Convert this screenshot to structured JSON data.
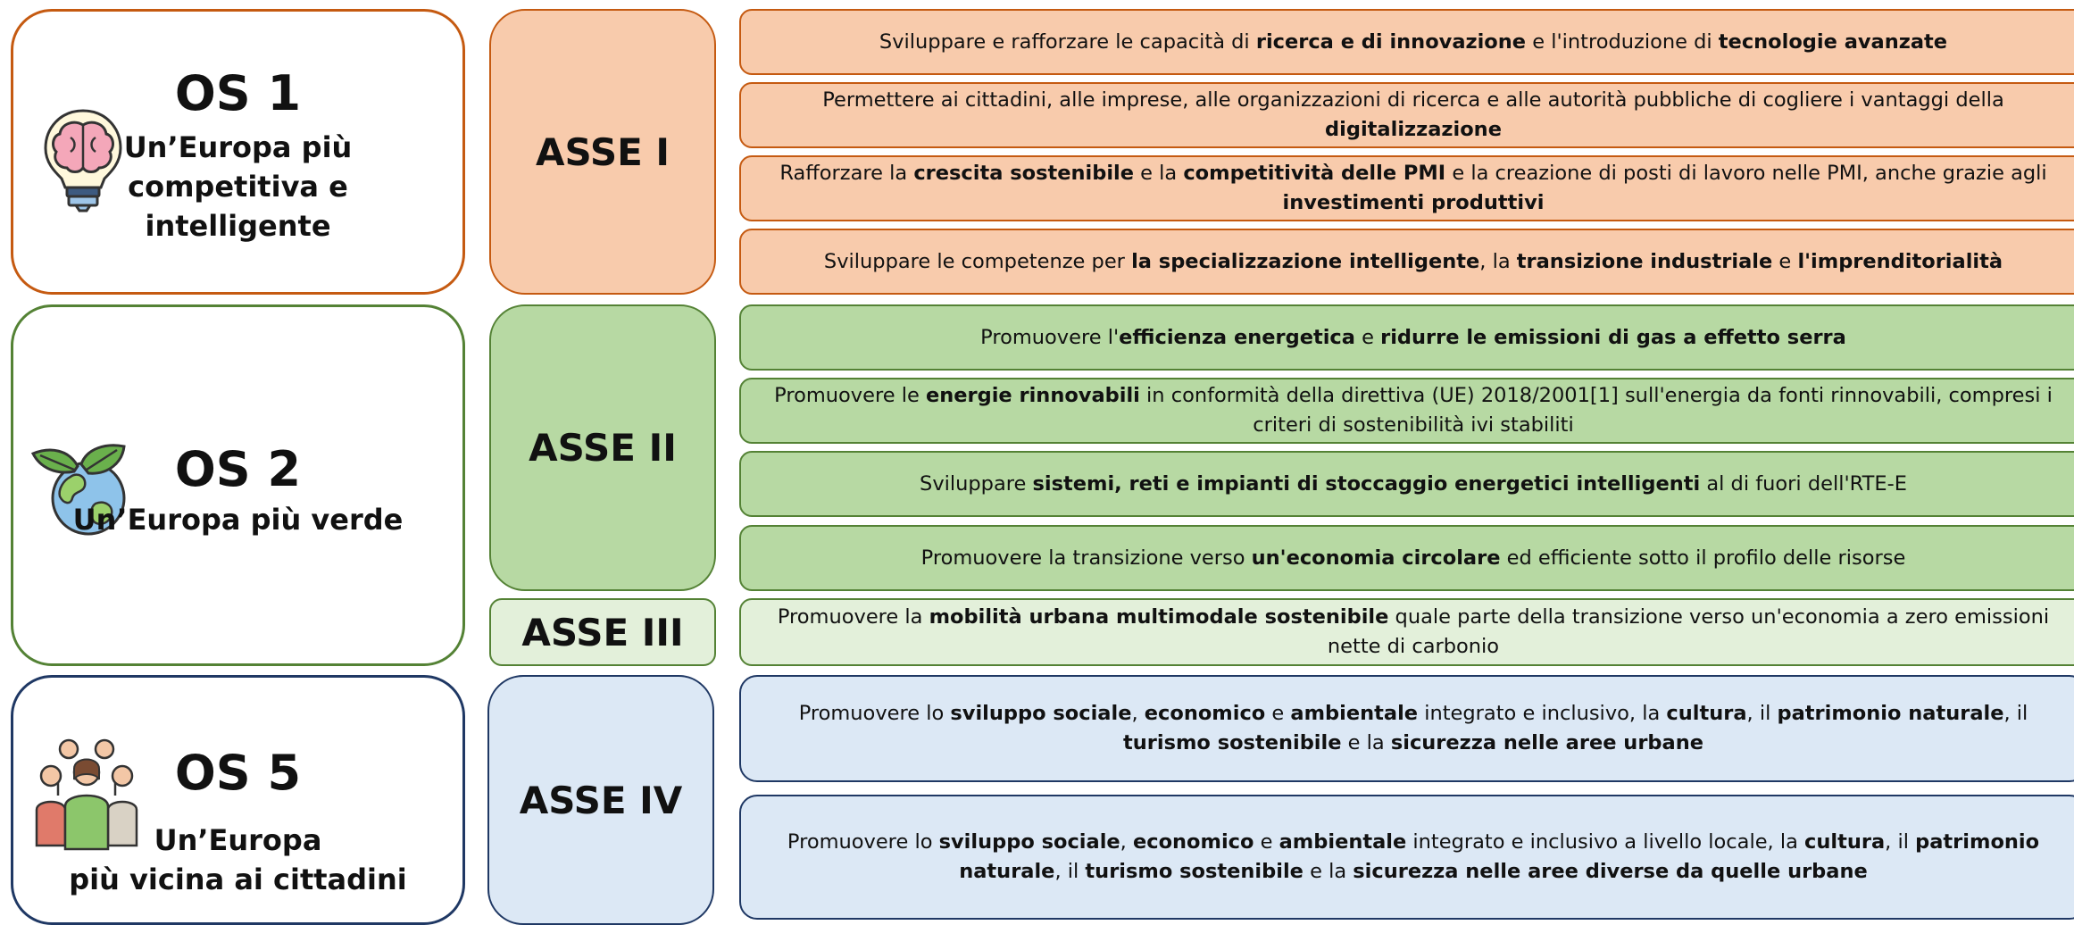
{
  "colors": {
    "orange_border": "#c55a11",
    "orange_fill": "#f8cbac",
    "green_border": "#548235",
    "green_fill": "#b7d9a3",
    "light_green_fill": "#e3f0da",
    "navy_border": "#1f3864",
    "blue_fill": "#dce8f5"
  },
  "os": [
    {
      "number": "OS 1",
      "subtitle": [
        "Un’Europa più",
        "competitiva e",
        "intelligente"
      ],
      "icon": "brain-lightbulb-icon"
    },
    {
      "number": "OS 2",
      "subtitle": [
        "Un’Europa più verde"
      ],
      "icon": "globe-leaves-icon"
    },
    {
      "number": "OS 5",
      "subtitle": [
        "Un’Europa",
        "più vicina ai cittadini"
      ],
      "icon": "people-group-icon"
    }
  ],
  "asse": [
    "ASSE I",
    "ASSE II",
    "ASSE III",
    "ASSE IV"
  ],
  "objectives": [
    [
      {
        "t": "Sviluppare e rafforzare le capacità di "
      },
      {
        "t": "ricerca e di innovazione",
        "b": true
      },
      {
        "t": " e l'introduzione di "
      },
      {
        "t": "tecnologie avanzate",
        "b": true
      }
    ],
    [
      {
        "t": "Permettere ai cittadini, alle imprese, alle organizzazioni di ricerca e alle autorità pubbliche di cogliere i vantaggi della "
      },
      {
        "t": "digitalizzazione",
        "b": true
      }
    ],
    [
      {
        "t": "Rafforzare la "
      },
      {
        "t": "crescita sostenibile",
        "b": true
      },
      {
        "t": " e la "
      },
      {
        "t": "competitività delle PMI",
        "b": true
      },
      {
        "t": " e la creazione di posti di lavoro nelle PMI, anche grazie agli "
      },
      {
        "t": "investimenti produttivi",
        "b": true
      }
    ],
    [
      {
        "t": "Sviluppare le competenze per "
      },
      {
        "t": "la specializzazione intelligente",
        "b": true
      },
      {
        "t": ", la "
      },
      {
        "t": "transizione industriale",
        "b": true
      },
      {
        "t": " e "
      },
      {
        "t": "l'imprenditorialità",
        "b": true
      }
    ],
    [
      {
        "t": "Promuovere l'"
      },
      {
        "t": "efficienza energetica",
        "b": true
      },
      {
        "t": " e "
      },
      {
        "t": "ridurre le emissioni di gas a effetto serra",
        "b": true
      }
    ],
    [
      {
        "t": "Promuovere le "
      },
      {
        "t": "energie rinnovabili",
        "b": true
      },
      {
        "t": " in conformità della direttiva (UE) 2018/2001[1] sull'energia da fonti rinnovabili, compresi i criteri di sostenibilità ivi stabiliti"
      }
    ],
    [
      {
        "t": "Sviluppare "
      },
      {
        "t": "sistemi, reti e impianti di stoccaggio energetici intelligenti",
        "b": true
      },
      {
        "t": " al di fuori dell'RTE-E"
      }
    ],
    [
      {
        "t": "Promuovere la transizione verso "
      },
      {
        "t": "un'economia circolare",
        "b": true
      },
      {
        "t": " ed efficiente sotto il profilo delle risorse"
      }
    ],
    [
      {
        "t": "Promuovere la "
      },
      {
        "t": "mobilità urbana multimodale sostenibile",
        "b": true
      },
      {
        "t": " quale parte della transizione verso un'economia a zero emissioni nette di carbonio"
      }
    ],
    [
      {
        "t": "Promuovere lo "
      },
      {
        "t": "sviluppo sociale",
        "b": true
      },
      {
        "t": ", "
      },
      {
        "t": "economico",
        "b": true
      },
      {
        "t": " e "
      },
      {
        "t": "ambientale",
        "b": true
      },
      {
        "t": " integrato e inclusivo, la "
      },
      {
        "t": "cultura",
        "b": true
      },
      {
        "t": ", il "
      },
      {
        "t": "patrimonio naturale",
        "b": true
      },
      {
        "t": ", il "
      },
      {
        "t": "turismo sostenibile",
        "b": true
      },
      {
        "t": " e la "
      },
      {
        "t": "sicurezza nelle aree urbane",
        "b": true
      }
    ],
    [
      {
        "t": "Promuovere lo "
      },
      {
        "t": "sviluppo sociale",
        "b": true
      },
      {
        "t": ", "
      },
      {
        "t": "economico",
        "b": true
      },
      {
        "t": " e "
      },
      {
        "t": "ambientale",
        "b": true
      },
      {
        "t": " integrato e inclusivo a livello locale, la "
      },
      {
        "t": "cultura",
        "b": true
      },
      {
        "t": ", il "
      },
      {
        "t": "patrimonio naturale",
        "b": true
      },
      {
        "t": ", il "
      },
      {
        "t": "turismo sostenibile",
        "b": true
      },
      {
        "t": " e la "
      },
      {
        "t": "sicurezza nelle aree diverse da quelle urbane",
        "b": true
      }
    ]
  ]
}
